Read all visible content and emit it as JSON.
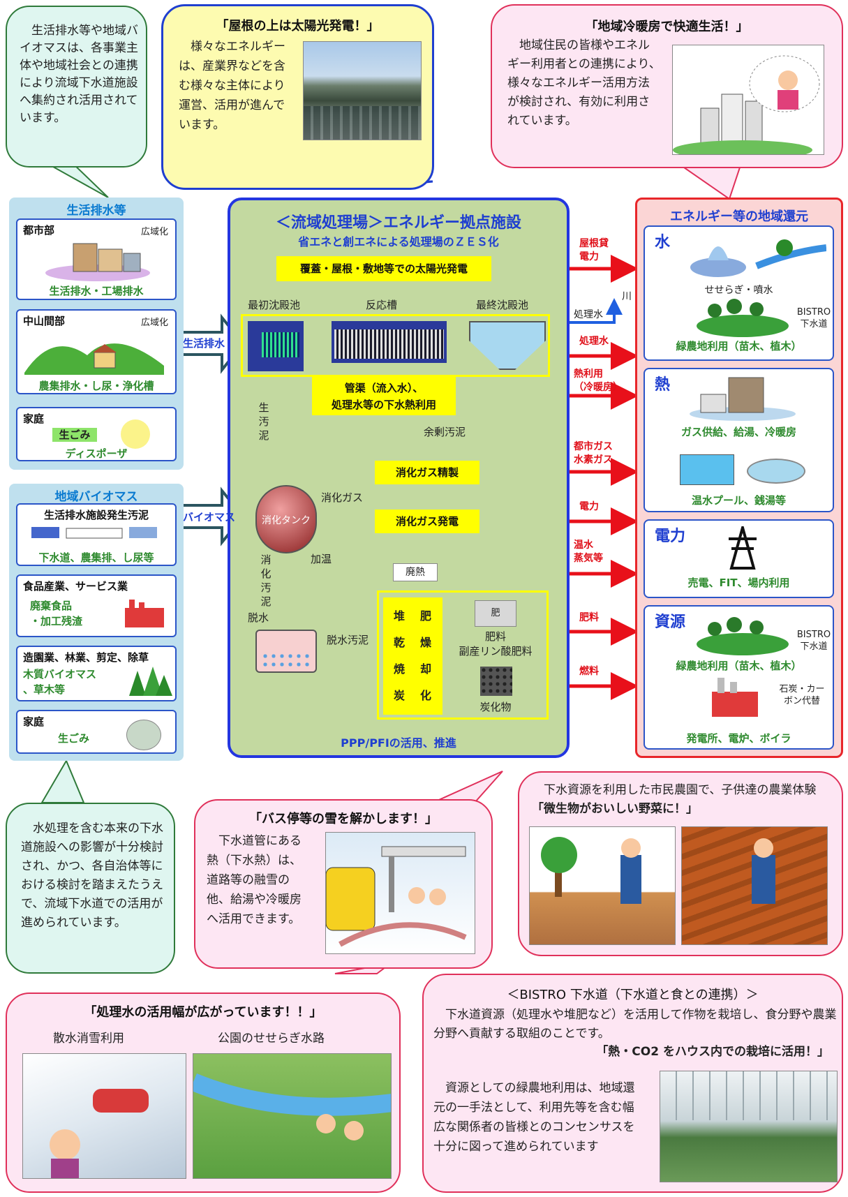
{
  "bubbles": {
    "green_top": "　生活排水等や地域バイオマスは、各事業主体や地域社会との連携により流域下水道施設へ集約され活用されています。",
    "solar": {
      "title": "「屋根の上は太陽光発電！」",
      "body": "　様々なエネルギーは、産業界などを含む様々な主体により運営、活用が進んでいます。"
    },
    "heating": {
      "title": "「地域冷暖房で快適生活！」",
      "body": "　地域住民の皆様やエネルギー利用者との連携により、様々なエネルギー活用方法が検討され、有効に利用されています。"
    },
    "green_bottom": "　水処理を含む本来の下水道施設への影響が十分検討され、かつ、各自治体等における検討を踏まえたうえで、流域下水道での活用が進められています。",
    "snow": {
      "title": "「バス停等の雪を解かします！」",
      "body": "　下水道管にある熱（下水熱）は、道路等の融雪の他、給湯や冷暖房へ活用できます。"
    },
    "farm": {
      "lead": "　下水資源を利用した市民農園で、子供達の農業体験",
      "title": "「微生物がおいしい野菜に！」"
    },
    "treated": {
      "title": "「処理水の活用幅が広がっています！！」",
      "cap1": "散水消雪利用",
      "cap2": "公園のせせらぎ水路"
    },
    "bistro": {
      "title": "＜BISTRO 下水道（下水道と食との連携）＞",
      "body": "　下水道資源（処理水や堆肥など）を活用して作物を栽培し、食分野や農業分野へ貢献する取組のことです。",
      "highlight": "「熱・CO2 をハウス内での栽培に活用！」",
      "body2": "　資源としての緑農地利用は、地域還元の一手法として、利用先等を含む幅広な関係者の皆様とのコンセンサスを十分に図って進められています"
    }
  },
  "left": {
    "wastewater_title": "生活排水等",
    "urban": {
      "title": "都市部",
      "tag": "広域化",
      "caption": "生活排水・工場排水"
    },
    "mountain": {
      "title": "中山間部",
      "tag": "広域化",
      "caption": "農集排水・し尿・浄化槽"
    },
    "home1": {
      "title": "家庭",
      "garbage": "生ごみ",
      "caption": "ディスポーザ"
    },
    "biomass_title": "地域バイオマス",
    "sludge": {
      "title": "生活排水施設発生汚泥",
      "caption": "下水道、農集排、し尿等"
    },
    "food": {
      "title": "食品産業、サービス業",
      "caption1": "廃棄食品",
      "caption2": "・加工残渣"
    },
    "forest": {
      "title": "造園業、林業、剪定、除草",
      "caption1": "木質バイオマス",
      "caption2": "、草木等"
    },
    "home2": {
      "title": "家庭",
      "caption": "生ごみ"
    }
  },
  "center": {
    "title": "＜流域処理場＞エネルギー拠点施設",
    "subtitle": "省エネと創エネによる処理場のＺＥＳ化",
    "solar_box": "覆蓋・屋根・敷地等での太陽光発電",
    "stage1": "最初沈殿池",
    "stage2": "反応槽",
    "stage3": "最終沈殿池",
    "heat_box1": "管渠（流入水）、",
    "heat_box2": "処理水等の下水熱利用",
    "raw_sludge": [
      "生",
      "汚",
      "泥"
    ],
    "excess_sludge": "余剰汚泥",
    "digest_gas": "消化ガス",
    "gas_refine": "消化ガス精製",
    "gas_power": "消化ガス発電",
    "tank": "消化タンク",
    "heating": "加温",
    "waste_heat": "廃熱",
    "digested_sludge": [
      "消",
      "化",
      "汚",
      "泥"
    ],
    "dewater": "脱水",
    "dewatered_sludge": "脱水汚泥",
    "compost_col1": [
      "堆",
      "乾",
      "焼",
      "炭"
    ],
    "compost_col2": [
      "肥",
      "燥",
      "却",
      "化"
    ],
    "fertilizer1": "肥料",
    "fertilizer2": "副産リン酸肥料",
    "fert_bag": "肥",
    "charcoal": "炭化物",
    "footer": "PPP/PFIの活用、推進",
    "arrow_wastewater": "生活排水",
    "arrow_biomass": "バイオマス"
  },
  "flows": {
    "roof1": "屋根貸",
    "roof2": "電力",
    "river": "川",
    "treated_water": "処理水",
    "treated_water_red": "処理水",
    "heat1": "熱利用",
    "heat2": "（冷暖房）",
    "gas1": "都市ガス",
    "gas2": "水素ガス",
    "power": "電力",
    "hot1": "温水",
    "hot2": "蒸気等",
    "fertilizer": "肥料",
    "fuel": "燃料"
  },
  "right": {
    "title": "エネルギー等の地域還元",
    "water": {
      "head": "水",
      "cap1": "せせらぎ・噴水",
      "bistro1": "BISTRO",
      "bistro2": "下水道",
      "cap2": "緑農地利用（苗木、植木）"
    },
    "heat": {
      "head": "熱",
      "cap1": "ガス供給、給湯、冷暖房",
      "cap2": "温水プール、銭湯等"
    },
    "power": {
      "head": "電力",
      "cap": "売電、FIT、場内利用"
    },
    "resource": {
      "head": "資源",
      "bistro1": "BISTRO",
      "bistro2": "下水道",
      "cap1": "緑農地利用（苗木、植木）",
      "coal1": "石炭・カー",
      "coal2": "ボン代替",
      "cap2": "発電所、電炉、ボイラ"
    }
  },
  "colors": {
    "flow_red": "#e8101a",
    "flow_dark": "#2b5560",
    "flow_yellow": "#f0e000",
    "flow_blue": "#1f5fe0"
  }
}
